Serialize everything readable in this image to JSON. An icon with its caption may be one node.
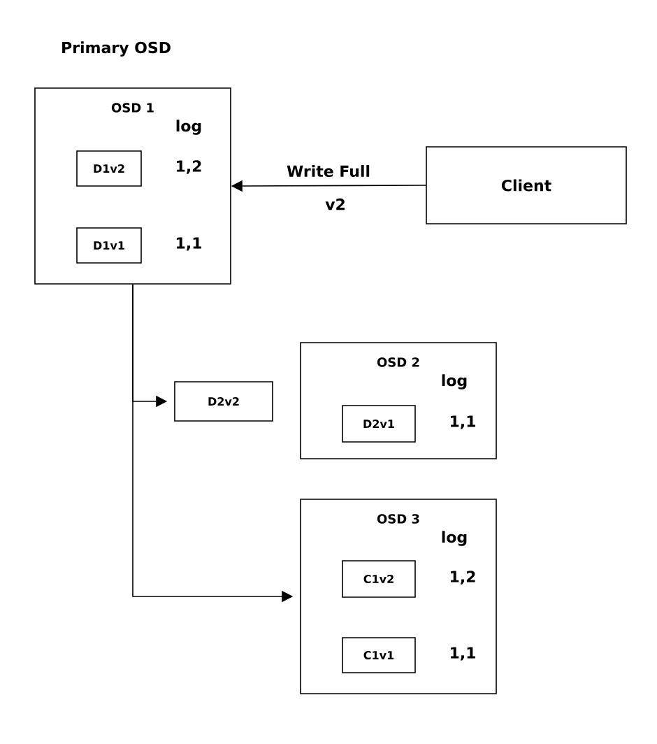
{
  "diagram": {
    "title": "Primary OSD",
    "nodes": [
      {
        "text": [
          "OSD 1",
          "log"
        ]
      },
      {
        "text": [
          "D1v2"
        ],
        "in": 0,
        "beside": [
          "1,2"
        ]
      },
      {
        "text": [
          "D1v1"
        ],
        "in": 0,
        "beside": [
          "1,1"
        ]
      },
      {
        "text": [
          "Client"
        ]
      },
      {
        "text": [
          "D2v2"
        ]
      },
      {
        "text": [
          "OSD 2",
          "log"
        ]
      },
      {
        "text": [
          "D2v1"
        ],
        "in": 5,
        "beside": [
          "1,1"
        ]
      },
      {
        "text": [
          "OSD 3",
          "log"
        ]
      },
      {
        "text": [
          "C1v2"
        ],
        "in": 7,
        "beside": [
          "1,2"
        ]
      },
      {
        "text": [
          "C1v1"
        ],
        "in": 7,
        "beside": [
          "1,1"
        ]
      }
    ],
    "edges": [
      {
        "from": 3,
        "to": 0,
        "arrow": "to",
        "label": "Write Full"
      },
      {
        "from": 0,
        "to": 4,
        "arrow": "to"
      },
      {
        "from": 0,
        "to": 7,
        "arrow": "to"
      }
    ],
    "labels": [
      "v2"
    ]
  }
}
